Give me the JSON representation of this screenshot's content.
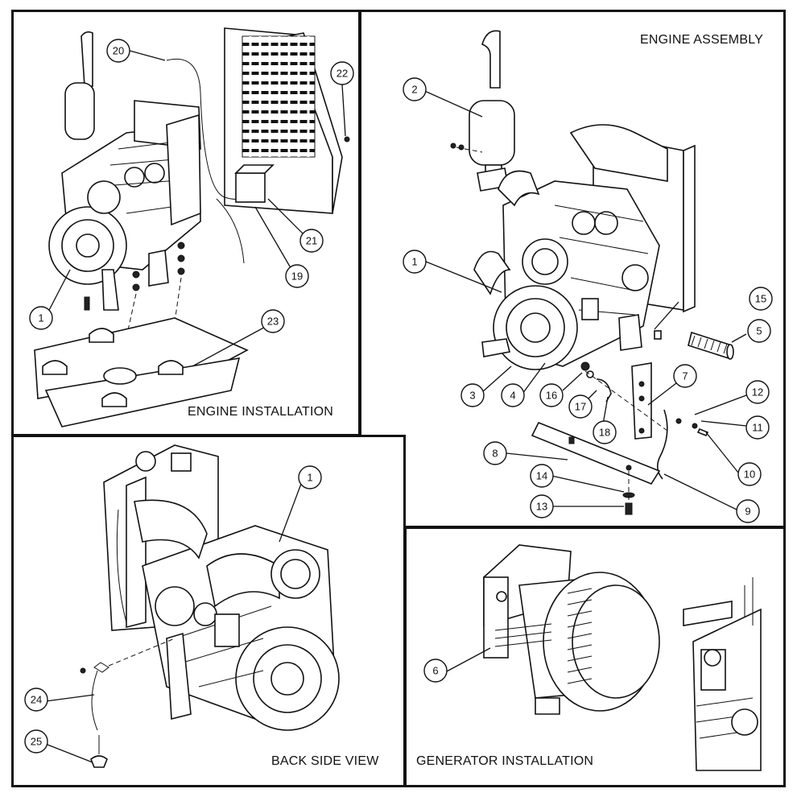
{
  "panels": {
    "engine_installation": {
      "title": "ENGINE INSTALLATION"
    },
    "engine_assembly": {
      "title": "ENGINE ASSEMBLY"
    },
    "back_side_view": {
      "title": "BACK SIDE VIEW"
    },
    "generator_installation": {
      "title": "GENERATOR INSTALLATION"
    }
  },
  "callouts": {
    "engine_installation": [
      "20",
      "22",
      "21",
      "19",
      "1",
      "23"
    ],
    "engine_assembly": [
      "2",
      "1",
      "15",
      "5",
      "7",
      "12",
      "11",
      "10",
      "9",
      "3",
      "4",
      "16",
      "17",
      "18",
      "8",
      "14",
      "13"
    ],
    "back_side_view": [
      "1",
      "24",
      "25"
    ],
    "generator_installation": [
      "6"
    ]
  }
}
